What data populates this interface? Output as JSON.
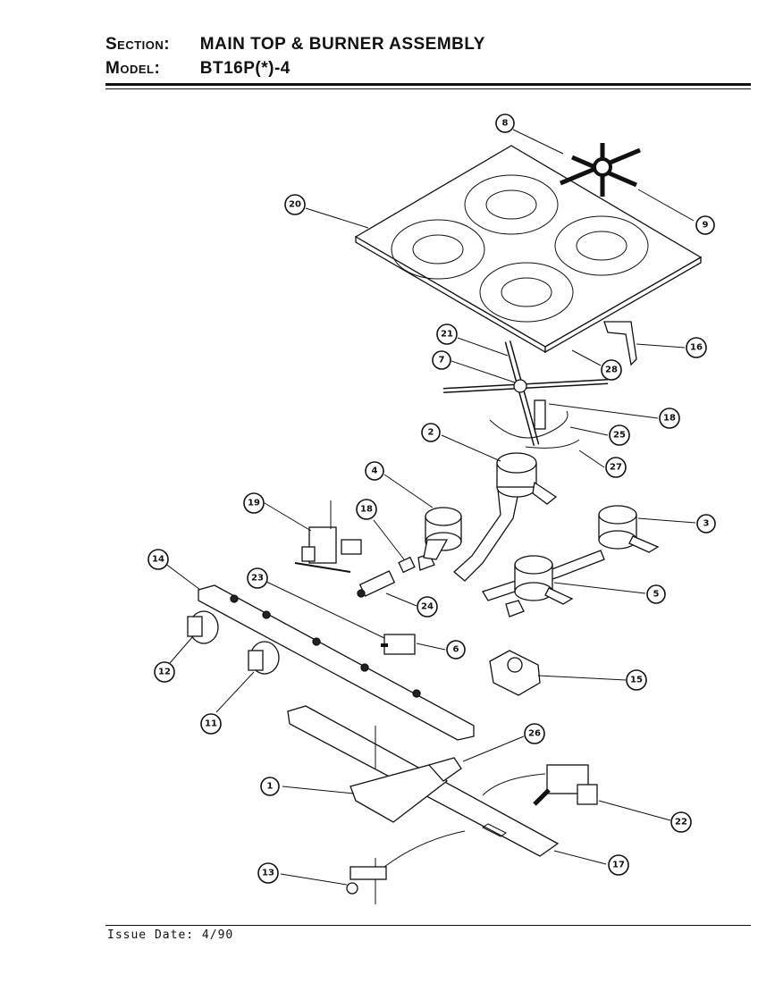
{
  "header": {
    "section_label": "Section:",
    "section_value": "MAIN TOP & BURNER ASSEMBLY",
    "model_label": "Model:",
    "model_value": "BT16P(*)-4"
  },
  "footer": {
    "issue_date": "Issue Date: 4/90"
  },
  "callouts": [
    "8",
    "9",
    "20",
    "16",
    "21",
    "7",
    "28",
    "18",
    "2",
    "25",
    "27",
    "4",
    "3",
    "19",
    "18",
    "14",
    "23",
    "24",
    "5",
    "6",
    "12",
    "15",
    "11",
    "26",
    "1",
    "22",
    "13",
    "17"
  ]
}
